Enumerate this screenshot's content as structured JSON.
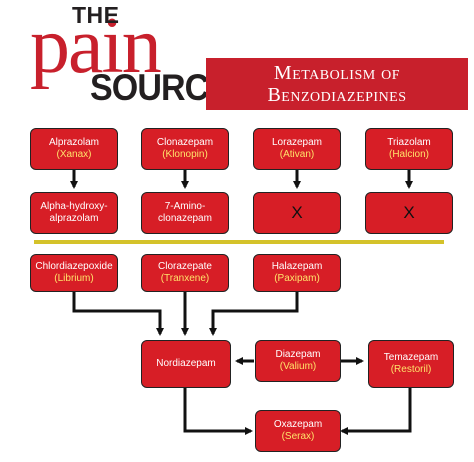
{
  "logo": {
    "line1": "THE",
    "line2": "pain",
    "line3": "SOURCE"
  },
  "title": {
    "line1": "Metabolism of",
    "line2": "Benzodiazepines"
  },
  "top_section": [
    {
      "drug": "Alprazolam",
      "brand": "(Xanax)",
      "metabolite": "Alpha-hydroxy-\nalprazolam",
      "metabolite_is_none": false
    },
    {
      "drug": "Clonazepam",
      "brand": "(Klonopin)",
      "metabolite": "7-Amino-\nclonazepam",
      "metabolite_is_none": false
    },
    {
      "drug": "Lorazepam",
      "brand": "(Ativan)",
      "metabolite": "X",
      "metabolite_is_none": true
    },
    {
      "drug": "Triazolam",
      "brand": "(Halcion)",
      "metabolite": "X",
      "metabolite_is_none": true
    }
  ],
  "bottom_section": {
    "sources": [
      {
        "drug": "Chlordiazepoxide",
        "brand": "(Librium)"
      },
      {
        "drug": "Clorazepate",
        "brand": "(Tranxene)"
      },
      {
        "drug": "Halazepam",
        "brand": "(Paxipam)"
      }
    ],
    "nordiazepam": {
      "drug": "Nordiazepam",
      "brand": ""
    },
    "diazepam": {
      "drug": "Diazepam",
      "brand": "(Valium)"
    },
    "temazepam": {
      "drug": "Temazepam",
      "brand": "(Restoril)"
    },
    "oxazepam": {
      "drug": "Oxazepam",
      "brand": "(Serax)"
    }
  },
  "colors": {
    "box_red": "#d71e26",
    "brand_yellow": "#ffe26a",
    "divider": "#d4c22a",
    "logo_red": "#c8202c"
  }
}
